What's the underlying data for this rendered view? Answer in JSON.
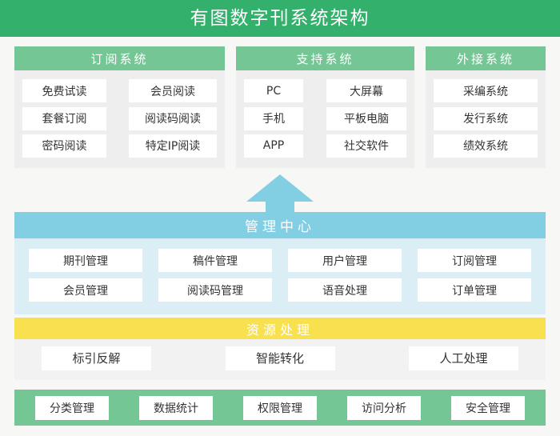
{
  "header": {
    "title": "有图数字刊系统架构",
    "background_color": "#34b06d",
    "text_color": "#ffffff"
  },
  "colors": {
    "page_background": "#f7f7f5",
    "panel_header_green": "#74c794",
    "panel_body_gray": "#eeeeee",
    "mgmt_header_blue": "#82cfe4",
    "mgmt_body_blue": "#dbeef5",
    "resource_header_yellow": "#f8e04e",
    "resource_body_gray": "#f2f2f2",
    "bottom_bar_green": "#74c794",
    "cell_white": "#ffffff",
    "cell_text": "#333333",
    "arrow_blue": "#82cfe4"
  },
  "top_panels": [
    {
      "title": "订阅系统",
      "rows": [
        [
          "免费试读",
          "会员阅读"
        ],
        [
          "套餐订阅",
          "阅读码阅读"
        ],
        [
          "密码阅读",
          "特定IP阅读"
        ]
      ]
    },
    {
      "title": "支持系统",
      "rows": [
        [
          "PC",
          "大屏幕"
        ],
        [
          "手机",
          "平板电脑"
        ],
        [
          "APP",
          "社交软件"
        ]
      ]
    },
    {
      "title": "外接系统",
      "rows": [
        [
          "采编系统"
        ],
        [
          "发行系统"
        ],
        [
          "绩效系统"
        ]
      ]
    }
  ],
  "arrow": {
    "direction": "up",
    "icon": "arrow-up-icon"
  },
  "management_center": {
    "title": "管理中心",
    "rows": [
      [
        "期刊管理",
        "稿件管理",
        "用户管理",
        "订阅管理"
      ],
      [
        "会员管理",
        "阅读码管理",
        "语音处理",
        "订单管理"
      ]
    ]
  },
  "resource_processing": {
    "title": "资源处理",
    "items": [
      "标引反解",
      "智能转化",
      "人工处理"
    ]
  },
  "bottom_bar": {
    "items": [
      "分类管理",
      "数据统计",
      "权限管理",
      "访问分析",
      "安全管理"
    ]
  }
}
